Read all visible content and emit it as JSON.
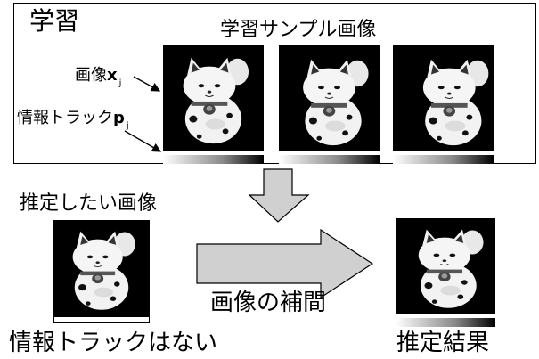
{
  "training": {
    "title": "学習",
    "subtitle": "学習サンプル画像",
    "image_label": "画像",
    "image_symbol": "x",
    "image_subscript": "j",
    "track_label": "情報トラック",
    "track_symbol": "p",
    "track_subscript": "j"
  },
  "query": {
    "label": "推定したい画像",
    "note": "情報トラックはない"
  },
  "process": {
    "label": "画像の補間"
  },
  "result": {
    "label": "推定結果"
  },
  "colors": {
    "arrow_fill": "#d0d0d0",
    "frame": "#000000",
    "photo_bg": "#000000"
  },
  "icons": [
    "maneki-neko-image",
    "down-arrow",
    "right-arrow",
    "pointer-arrow"
  ]
}
